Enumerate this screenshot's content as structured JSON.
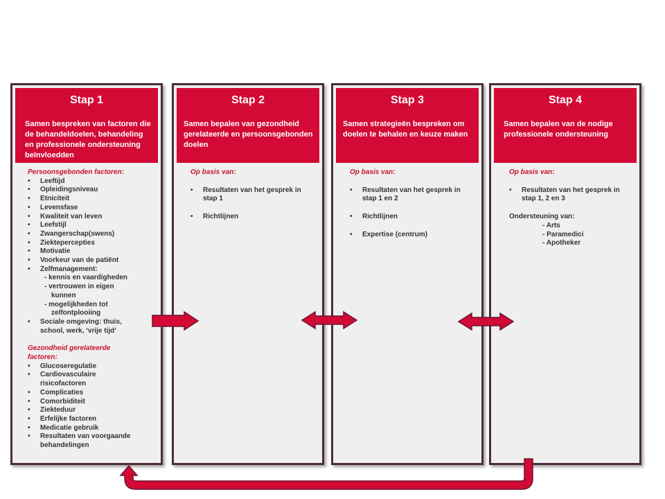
{
  "stap1": {
    "title": "Stap 1",
    "desc": "Samen bespreken van factoren die de behandeldoelen, behandeling en professionele ondersteuning beïnvloedden",
    "persoonsgebonden_heading": "Persoonsgebonden factoren:",
    "persoonsgebonden": [
      "Leeftijd",
      "Opleidingsniveau",
      "Etniciteit",
      "Levensfase",
      "Kwaliteit van leven",
      "Leefstijl",
      "Zwangerschap(swens)",
      "Ziektepercepties",
      "Motivatie",
      "Voorkeur van de patiënt",
      "Zelfmanagement:"
    ],
    "zelfmanagement_sub": [
      "- kennis en vaardigheden",
      "- vertrouwen in eigen",
      "kunnen",
      "- mogelijkheden tot",
      "zelfontplooiing"
    ],
    "sociale": "Sociale omgeving: thuis,",
    "sociale2": "school, werk, ‘vrije tijd’",
    "gezondheid_heading_1": "Gezondheid gerelateerde",
    "gezondheid_heading_2": "factoren:",
    "gezondheid": [
      "Glucoseregulatie",
      "Cardiovasculaire",
      "risicofactoren",
      "Complicaties",
      "Comorbiditeit",
      "Ziekteduur",
      "Erfelijke factoren",
      "Medicatie gebruik",
      "Resultaten van voorgaande",
      "behandelingen"
    ]
  },
  "stap2": {
    "title": "Stap 2",
    "desc": "Samen bepalen van gezondheid gerelateerde en persoonsgebonden doelen",
    "op_basis": "Op basis van:",
    "items": [
      "Resultaten van het gesprek in stap 1",
      "Richtlijnen"
    ]
  },
  "stap3": {
    "title": "Stap 3",
    "desc": "Samen strategieën bespreken om doelen te behalen en keuze maken",
    "op_basis": "Op basis van:",
    "items": [
      "Resultaten van het gesprek in stap 1 en 2",
      "Richtlijnen",
      "Expertise (centrum)"
    ]
  },
  "stap4": {
    "title": "Stap 4",
    "desc": "Samen bepalen van de nodige professionele ondersteuning",
    "op_basis": "Op basis van:",
    "items": [
      "Resultaten van het gesprek in stap 1, 2 en 3"
    ],
    "ondersteuning_heading": "Ondersteuning van:",
    "ondersteuning": [
      "- Arts",
      "- Paramedici",
      "- Apotheker"
    ]
  },
  "colors": {
    "accent": "#d20a35",
    "panel": "#efefef",
    "border": "#4a2e38"
  },
  "connectors": [
    "arrow-right",
    "double-arrow",
    "double-arrow",
    "return-arrow"
  ]
}
